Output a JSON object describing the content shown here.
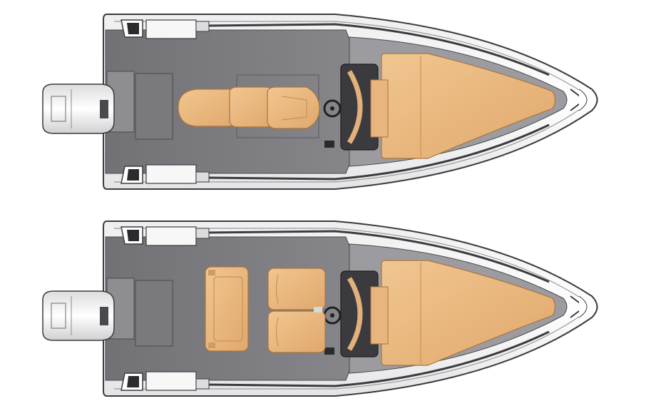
{
  "colors": {
    "background": "#ffffff",
    "deck": "#7d7d80",
    "deck_dark": "#6a6a6e",
    "deck_light": "#a8a8ac",
    "hull_outline": "#3c3c3f",
    "hull_white": "#f2f2f3",
    "gunwale": "#d9d9dc",
    "cushion": "#e7b37a",
    "cushion_light": "#f0c58f",
    "cushion_edge": "#b5814b",
    "engine": "#f4f4f5",
    "console": "#2e2e31"
  },
  "layouts": [
    {
      "id": "layout-top",
      "seating": "jockey-seat-row"
    },
    {
      "id": "layout-bottom",
      "seating": "bench-seats"
    }
  ]
}
